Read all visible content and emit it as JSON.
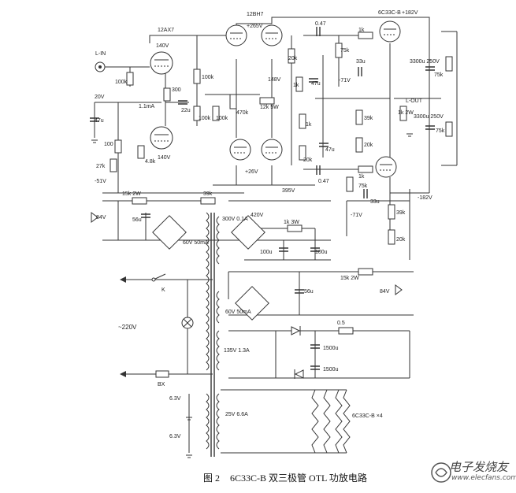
{
  "caption": {
    "figure_no": "图 2",
    "title": "6C33C-B 双三极管 OTL 功放电路"
  },
  "watermark": {
    "name": "电子发烧友",
    "url": "www.elecfans.com"
  },
  "labels": {
    "tube_12ax7": "12AX7",
    "tube_12bh7": "12BH7",
    "tube_6c33c_top": "6C33C-B",
    "v_plus182": "+182V",
    "v_plus265": "+265V",
    "v_140_top": "140V",
    "v_148": "148V",
    "v_140_bot": "140V",
    "v_20": "20V",
    "v_plus26": "+26V",
    "v_minus51": "-51V",
    "v_395": "395V",
    "v_minus182": "-182V",
    "v_minus71_top": "-71V",
    "v_minus71_bot": "-71V",
    "v_84_left": "84V",
    "v_84_right": "84V",
    "v_minus220": "~220V",
    "l_in": "L-IN",
    "l_out": "L-OUT",
    "r_100k_in": "100k",
    "r_100k_a": "100k",
    "r_100k_b": "100k",
    "r_100k_c": "100k",
    "r_100": "100",
    "r_300": "300",
    "r_27k": "27k",
    "r_4k8": "4.8k",
    "r_1_1ma": "1.1mA",
    "c_22u": "22u",
    "c_47u_left": "47u",
    "r_470k": "470k",
    "r_12k5w": "12k 5W",
    "r_20k_a": "20k",
    "r_20k_b": "20k",
    "r_20k_c": "20k",
    "r_20k_d": "20k",
    "r_1k_a": "1k",
    "r_1k_b": "1k",
    "r_1k_c": "1k",
    "r_1k_d": "1k",
    "c_47u_a": "47u",
    "c_47u_b": "47u",
    "c_047_top": "0.47",
    "c_047_bot": "0.47",
    "r_75k_top": "75k",
    "r_75k_bot": "75k",
    "c_33u_top": "33u",
    "c_33u_bot": "33u",
    "r_39k_a": "39k",
    "r_39k_b": "39k",
    "r_1k_2w": "1k 2W",
    "c_3300_top": "3300u 250V",
    "c_3300_bot": "3300u 250V",
    "r_75k_side_top": "75k",
    "r_75k_side_bot": "75k",
    "r_15k_2w_top": "15k 2W",
    "r_39k_mid": "39k",
    "c_56u_left": "56u",
    "xfmr_300v": "300V 0.1A",
    "x_60v_top": "60V 50mA",
    "v_420": "420V",
    "r_1k3w": "1k 3W",
    "c_100u_a": "100u",
    "c_100u_b": "100u",
    "k_switch": "K",
    "r_15k_2w_bot": "15k 2W",
    "c_56u_right": "56u",
    "x_60v_bot": "60V 50mA",
    "fuse_05": "0.5",
    "c_1500_a": "1500u",
    "c_1500_b": "1500u",
    "x_135v": "135V 1.3A",
    "bx": "BX",
    "v_63_a": "6.3V",
    "v_63_b": "6.3V",
    "x_25v": "25V 6.6A",
    "heater_label": "6C33C-B ×4"
  }
}
